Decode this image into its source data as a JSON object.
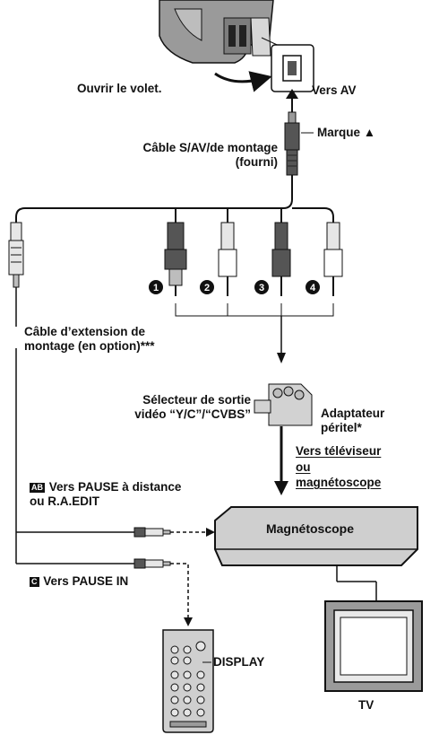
{
  "labels": {
    "ouvrir_volet": "Ouvrir le volet.",
    "vers_av": "Vers AV",
    "marque": "Marque ▲",
    "cable_line1": "Câble S/AV/de montage",
    "cable_line2": "(fourni)",
    "extension_line1": "Câble d’extension de",
    "extension_line2": "montage (en option)***",
    "selecteur_line1": "Sélecteur de sortie",
    "selecteur_line2": "vidéo “Y/C”/“CVBS”",
    "adaptateur_line1": "Adaptateur",
    "adaptateur_line2": "péritel*",
    "vers_tv_line1": "Vers téléviseur",
    "vers_tv_line2": "ou",
    "vers_tv_line3": "magnétoscope",
    "ab_keys": "AB",
    "ab_line1": "Vers PAUSE à distance",
    "ab_line2": "ou R.A.EDIT",
    "c_key": "C",
    "c_label": "Vers PAUSE IN",
    "magnetoscope": "Magnétoscope",
    "display": "DISPLAY",
    "tv": "TV"
  },
  "connector_numbers": [
    "1",
    "2",
    "3",
    "4"
  ]
}
